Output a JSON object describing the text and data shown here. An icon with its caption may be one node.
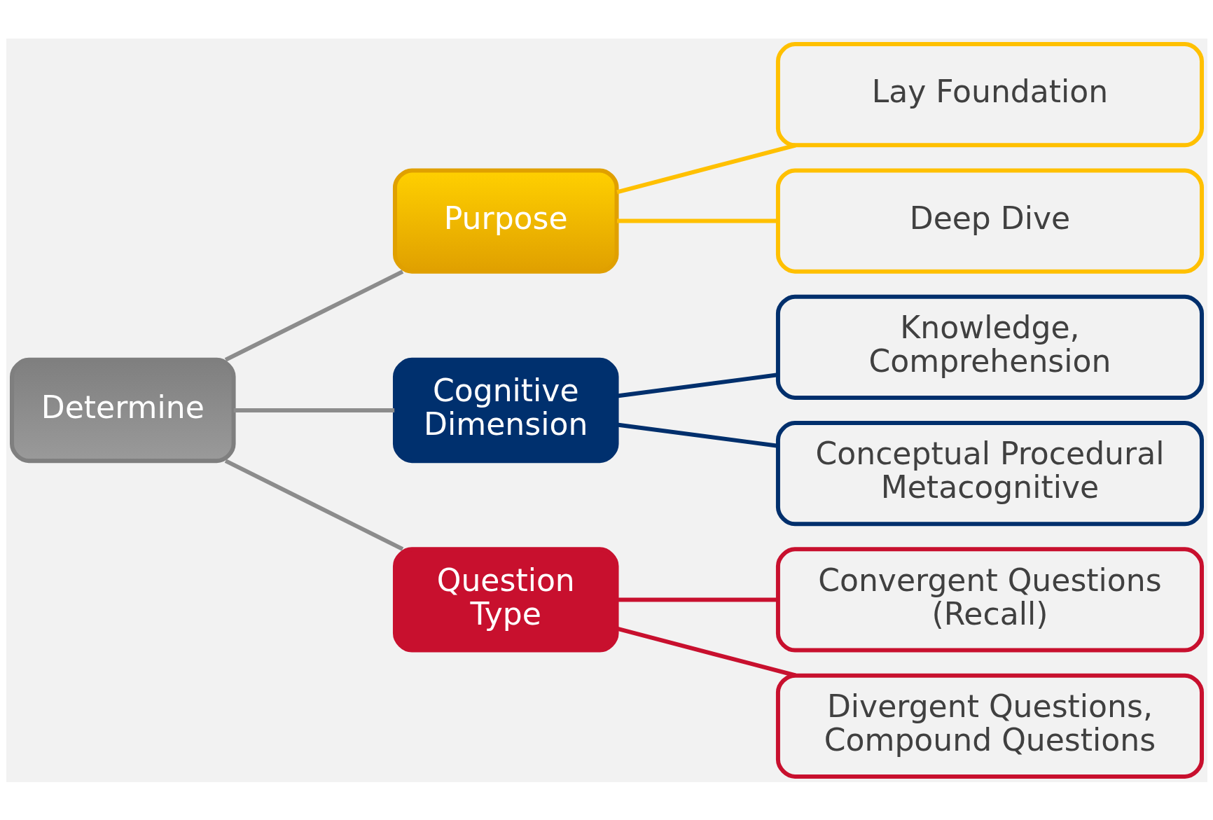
{
  "diagram": {
    "nodes": [
      {
        "text": [
          "Determine"
        ]
      },
      {
        "text": [
          "Purpose"
        ]
      },
      {
        "text": [
          "Lay Foundation"
        ]
      },
      {
        "text": [
          "Deep Dive"
        ]
      },
      {
        "text": [
          "Cognitive Dimension"
        ]
      },
      {
        "text": [
          "Knowledge, Comprehension"
        ]
      },
      {
        "text": [
          "Conceptual Procedural Metacognitive"
        ]
      },
      {
        "text": [
          "Question Type"
        ]
      },
      {
        "text": [
          "Convergent Questions (Recall)"
        ]
      },
      {
        "text": [
          "Divergent Questions, Compound Questions"
        ]
      }
    ],
    "edges": [
      {
        "from": 0,
        "to": 1,
        "arrow": "none"
      },
      {
        "from": 0,
        "to": 4,
        "arrow": "none"
      },
      {
        "from": 0,
        "to": 7,
        "arrow": "none"
      },
      {
        "from": 1,
        "to": 2,
        "arrow": "none",
        "color": "#ffc000"
      },
      {
        "from": 1,
        "to": 3,
        "arrow": "none",
        "color": "#ffc000"
      },
      {
        "from": 4,
        "to": 5,
        "arrow": "none",
        "color": "#002f6c"
      },
      {
        "from": 4,
        "to": 6,
        "arrow": "none",
        "color": "#002f6c"
      },
      {
        "from": 7,
        "to": 8,
        "arrow": "none",
        "color": "#c8102e"
      },
      {
        "from": 7,
        "to": 9,
        "arrow": "none",
        "color": "#c8102e"
      }
    ]
  }
}
